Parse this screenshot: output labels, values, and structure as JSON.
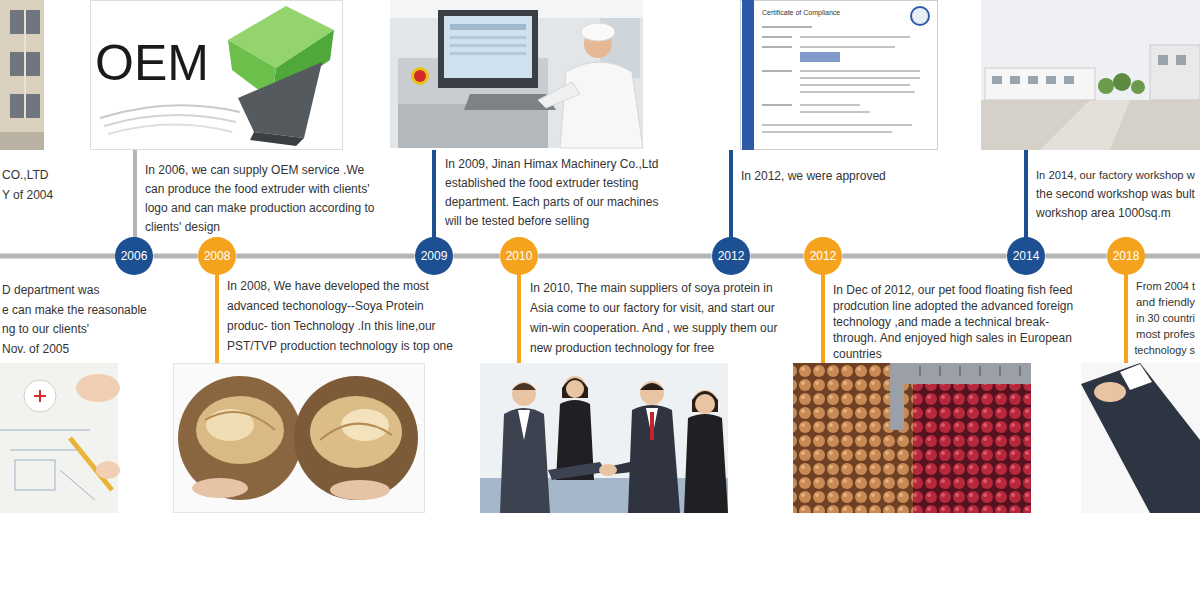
{
  "diagram": {
    "nodes": [
      {
        "text": [
          "2006"
        ]
      },
      {
        "text": [
          "2008"
        ]
      },
      {
        "text": [
          "2009"
        ]
      },
      {
        "text": [
          "2010"
        ]
      },
      {
        "text": [
          "2012"
        ]
      },
      {
        "text": [
          "2012"
        ]
      },
      {
        "text": [
          "2014"
        ]
      },
      {
        "text": [
          "2018"
        ]
      }
    ],
    "edges": [
      {
        "from": 0,
        "to": 1,
        "arrow": "none"
      },
      {
        "from": 1,
        "to": 2,
        "arrow": "none"
      },
      {
        "from": 2,
        "to": 3,
        "arrow": "none"
      },
      {
        "from": 3,
        "to": 4,
        "arrow": "none"
      },
      {
        "from": 4,
        "to": 5,
        "arrow": "none"
      },
      {
        "from": 5,
        "to": 6,
        "arrow": "none"
      },
      {
        "from": 6,
        "to": 7,
        "arrow": "none"
      }
    ],
    "labels": [
      "CO.,LTD",
      "Y of 2004",
      "In 2006, we can supply OEM service .We can produce the food extruder with clients' logo and can make production according to clients' design",
      "In 2009, Jinan Himax Machinery Co.,Ltd established the food extruder testing department. Each parts of our machines will be tested before selling",
      "In 2012, we were approved",
      "In 2014, our factory workshop w",
      "the second workshop was bult",
      "workshop area 1000sq.m",
      "D department was",
      "e can make the reasonable",
      "ng to our clients'",
      "Nov. of 2005",
      "In 2008, We have developed the most advanced techonology--Soya Protein produc- tion Technology .In this line,our PST/TVP production technology is top one",
      "In 2010, The main suppliers of soya protein in Asia come to our factory for visit, and start our win-win cooperation. And , we supply them our new production technology for free",
      "In Dec of 2012, our pet food floating fish feed prodcution line adopted the advanced foreign technology ,and made a technical break- through. And enjoyed high sales in European countries",
      "From 2004 t",
      "and friendly",
      "in 30 countri",
      "most profes",
      "technology s",
      "OEM",
      "Certificate of Compliance"
    ]
  }
}
